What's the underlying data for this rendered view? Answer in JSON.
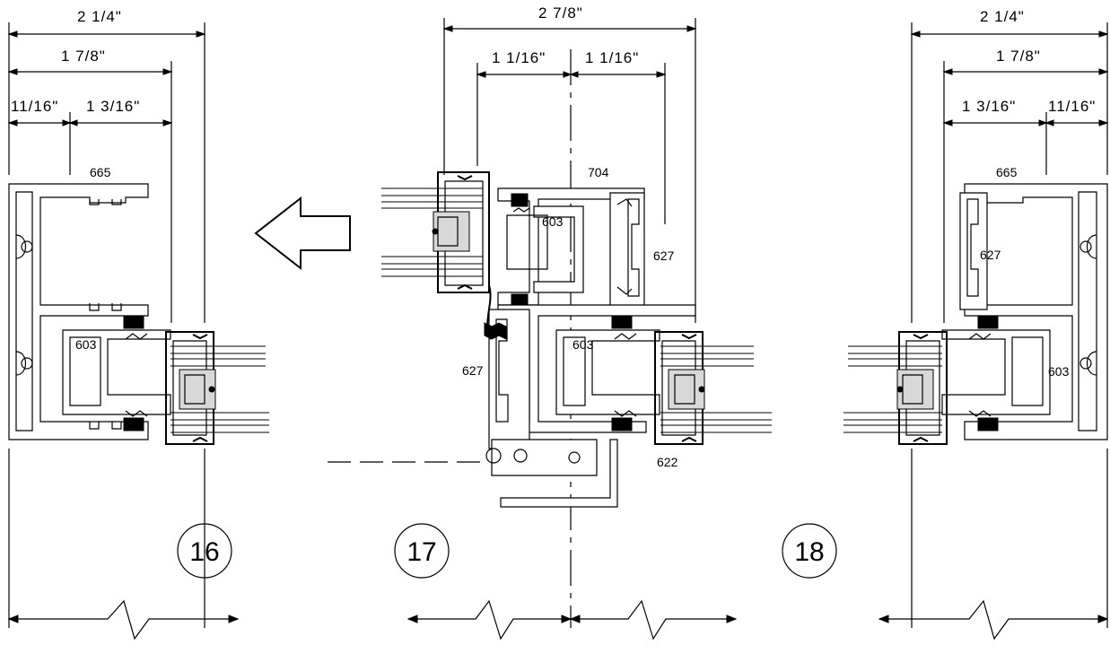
{
  "details": [
    {
      "id": "16",
      "dimensions": [
        "2 1/4\"",
        "1 7/8\"",
        "11/16\"",
        "1 3/16\""
      ],
      "parts": [
        "665",
        "603"
      ]
    },
    {
      "id": "17",
      "dimensions": [
        "2 7/8\"",
        "1 1/16\"",
        "1 1/16\""
      ],
      "parts": [
        "704",
        "603",
        "627",
        "603",
        "627",
        "622"
      ]
    },
    {
      "id": "18",
      "dimensions": [
        "2 1/4\"",
        "1 7/8\"",
        "1 3/16\"",
        "11/16\""
      ],
      "parts": [
        "665",
        "627",
        "603"
      ]
    }
  ],
  "icons": {
    "direction_arrow": "left-arrow-icon",
    "break_lines": "break-symbol-icon"
  },
  "colors": {
    "line": "#000000",
    "background": "#ffffff",
    "sealant": "#d8d8d8"
  }
}
